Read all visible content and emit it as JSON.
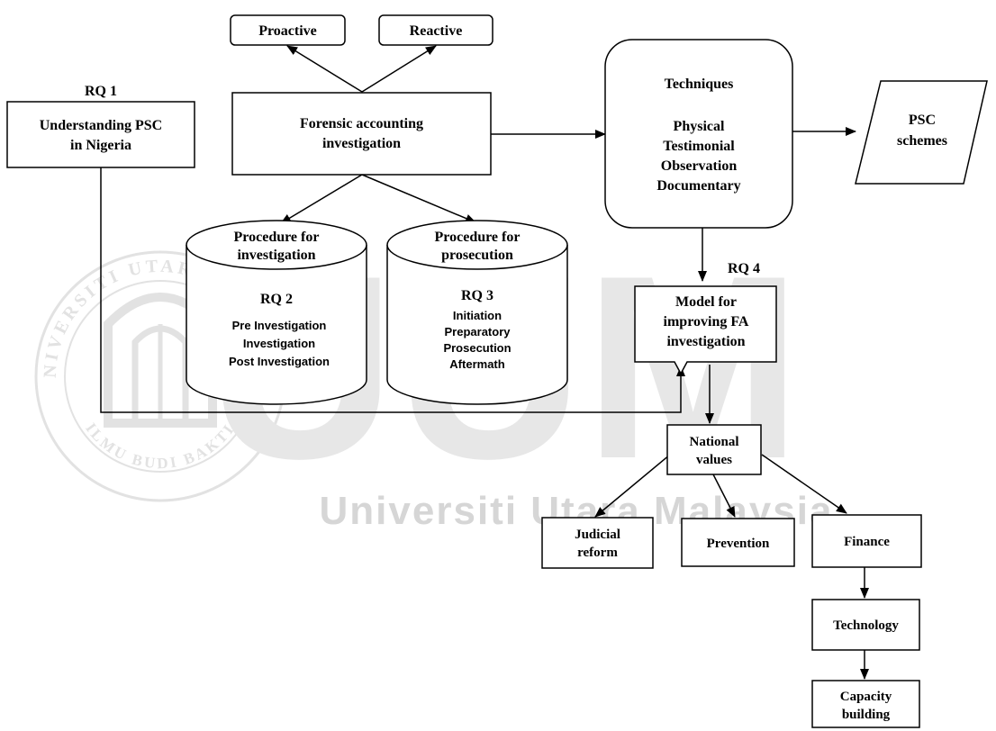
{
  "watermark": {
    "logo_letters": "UUM",
    "university_name": "Universiti Utara Malaysia",
    "seal_text_top": "UNIVERSITI UTARA MALAYSIA",
    "seal_text_bottom": "ILMU BUDI BAKTI"
  },
  "nodes": {
    "proactive": {
      "lines": [
        "Proactive"
      ]
    },
    "reactive": {
      "lines": [
        "Reactive"
      ]
    },
    "rq1_label": "RQ 1",
    "understanding": {
      "lines": [
        "Understanding PSC",
        "in Nigeria"
      ]
    },
    "forensic": {
      "lines": [
        "Forensic accounting",
        "investigation"
      ]
    },
    "techniques": {
      "lines": [
        "Techniques",
        "",
        "Physical",
        "Testimonial",
        "Observation",
        "Documentary"
      ]
    },
    "psc_schemes": {
      "lines": [
        "PSC",
        "schemes"
      ]
    },
    "proc_investigation": {
      "title_lines": [
        "Procedure for",
        "investigation"
      ],
      "rq_label": "RQ 2",
      "items": [
        "Pre Investigation",
        "Investigation",
        "Post Investigation"
      ]
    },
    "proc_prosecution": {
      "title_lines": [
        "Procedure for",
        "prosecution"
      ],
      "rq_label": "RQ 3",
      "items": [
        "Initiation",
        "Preparatory",
        "Prosecution",
        "Aftermath"
      ]
    },
    "rq4_label": "RQ 4",
    "model": {
      "lines": [
        "Model for",
        "improving FA",
        "investigation"
      ]
    },
    "national_values": {
      "lines": [
        "National",
        "values"
      ]
    },
    "judicial_reform": {
      "lines": [
        "Judicial",
        "reform"
      ]
    },
    "prevention": {
      "lines": [
        "Prevention"
      ]
    },
    "finance": {
      "lines": [
        "Finance"
      ]
    },
    "technology": {
      "lines": [
        "Technology"
      ]
    },
    "capacity_building": {
      "lines": [
        "Capacity",
        "building"
      ]
    }
  },
  "colors": {
    "stroke": "#000000",
    "background": "#ffffff",
    "watermark": "#e7e7e7"
  }
}
